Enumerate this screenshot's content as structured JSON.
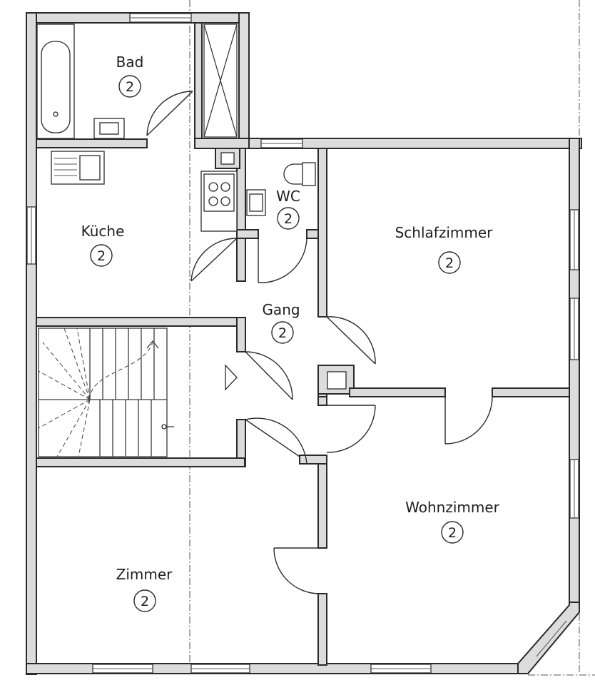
{
  "rooms": {
    "bad": {
      "label": "Bad",
      "count": "2"
    },
    "kueche": {
      "label": "Küche",
      "count": "2"
    },
    "wc": {
      "label": "WC",
      "count": "2"
    },
    "schlafzimmer": {
      "label": "Schlafzimmer",
      "count": "2"
    },
    "gang": {
      "label": "Gang",
      "count": "2"
    },
    "wohnzimmer": {
      "label": "Wohnzimmer",
      "count": "2"
    },
    "zimmer": {
      "label": "Zimmer",
      "count": "2"
    }
  },
  "colors": {
    "wall_fill": "#dcdcdc",
    "line": "#2a2a2a",
    "background": "#ffffff"
  }
}
